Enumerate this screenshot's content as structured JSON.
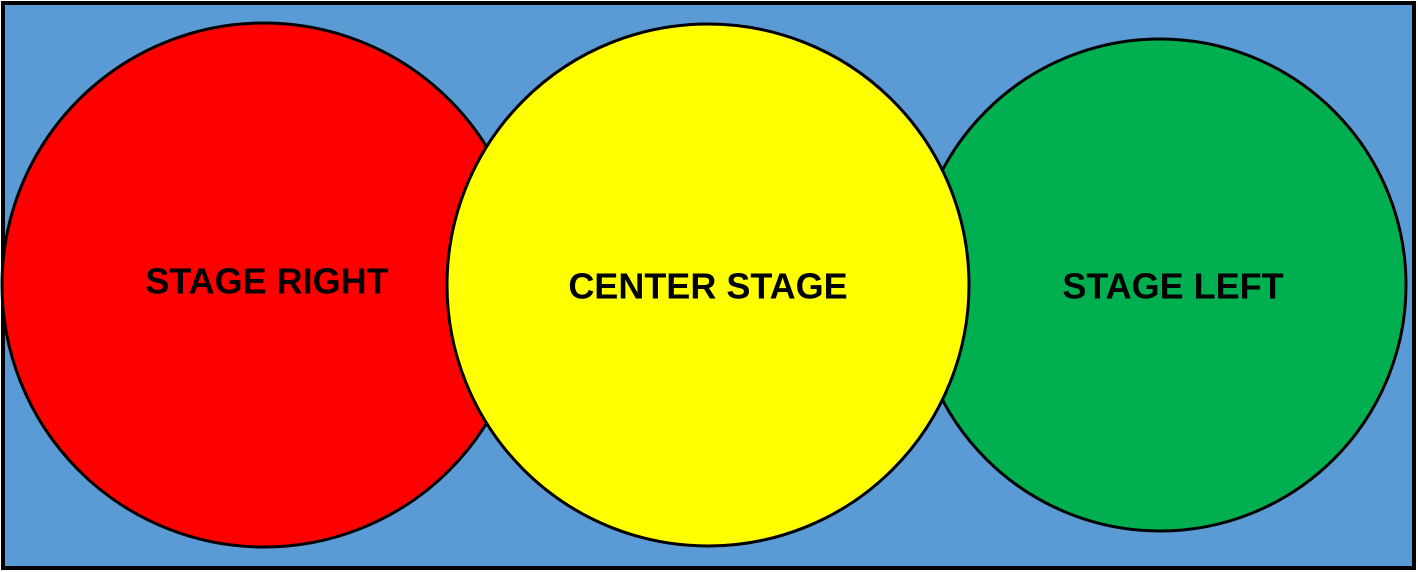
{
  "background_color": "#5b9bd5",
  "border_color": "#000000",
  "areas": [
    {
      "label": "STAGE RIGHT",
      "color": "#ff0000"
    },
    {
      "label": "CENTER STAGE",
      "color": "#ffff00"
    },
    {
      "label": "STAGE LEFT",
      "color": "#00b050"
    }
  ]
}
